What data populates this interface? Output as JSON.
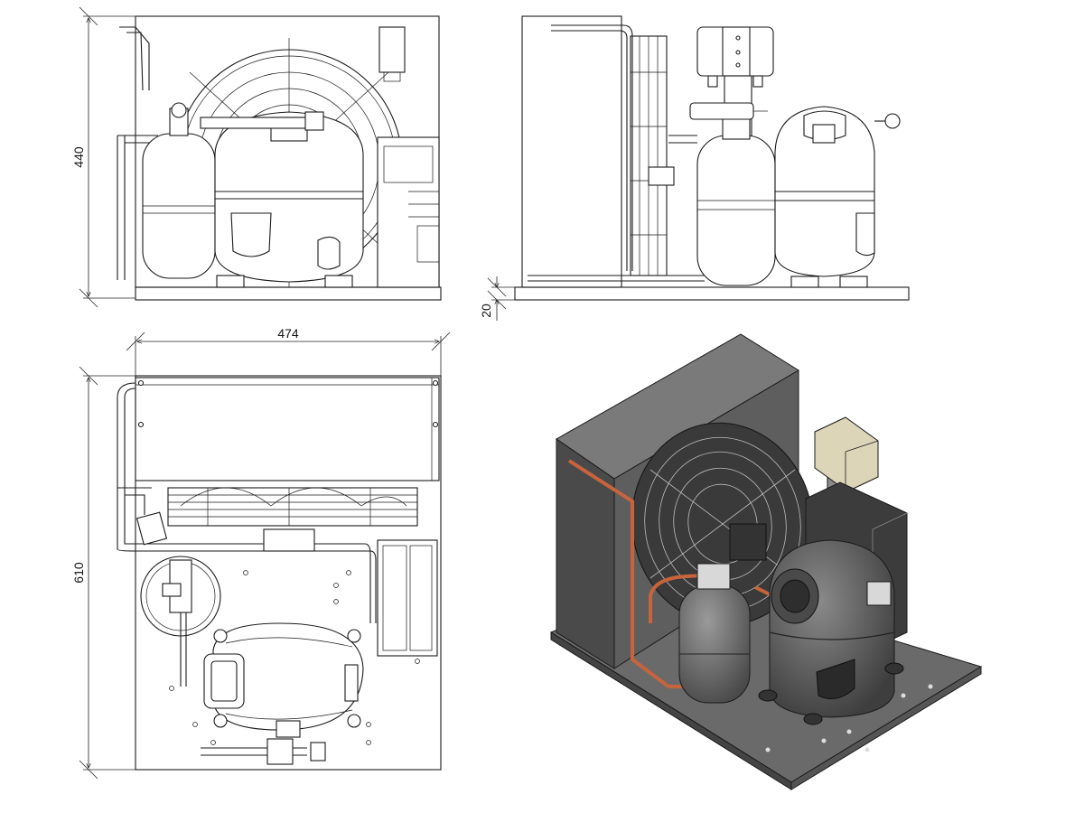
{
  "dimensions": {
    "height": "440",
    "base": "20",
    "width": "474",
    "depth": "610"
  },
  "colors": {
    "line": "#1a1a1a",
    "housing_dark": "#4a4a4a",
    "housing_mid": "#5e5e5e",
    "housing_light": "#7a7a7a",
    "copper": "#c8643c",
    "label_box": "#ddd5b8"
  }
}
